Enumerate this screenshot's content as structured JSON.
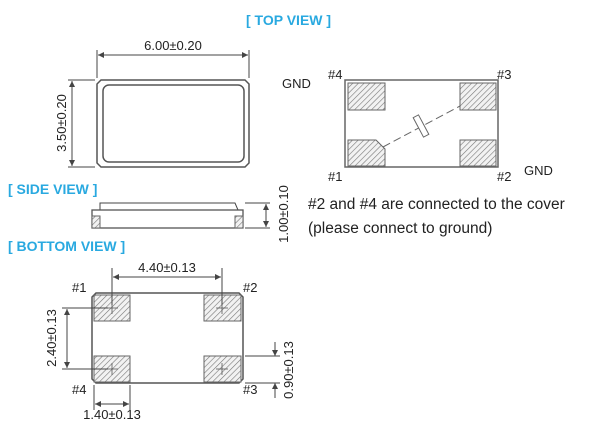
{
  "views": {
    "top": "[ TOP VIEW ]",
    "side": "[ SIDE VIEW ]",
    "bottom": "[ BOTTOM  VIEW ]"
  },
  "dimensions": {
    "length": "6.00±0.20",
    "width": "3.50±0.20",
    "height": "1.00±0.10",
    "pad_pitch_x": "4.40±0.13",
    "pad_pitch_y": "2.40±0.13",
    "pad_height": "0.90±0.13",
    "pad_width": "1.40±0.13"
  },
  "pins": {
    "p1": "#1",
    "p2": "#2",
    "p3": "#3",
    "p4": "#4",
    "gnd": "GND"
  },
  "notes": {
    "line1": "#2 and #4 are connected to the cover",
    "line2": "(please connect to ground)"
  },
  "colors": {
    "title": "#29a9e0"
  }
}
